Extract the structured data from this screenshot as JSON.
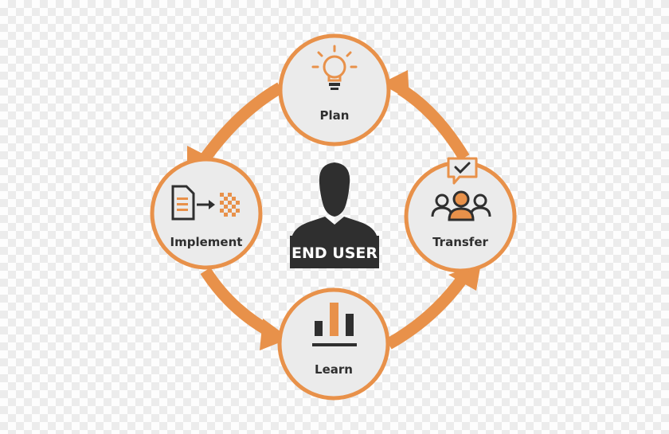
{
  "colors": {
    "accent": "#e8914a",
    "node_fill": "#ebebeb",
    "dark": "#2f2f2f"
  },
  "center": {
    "label": "END USER",
    "icon": "person-silhouette-icon"
  },
  "nodes": {
    "plan": {
      "label": "Plan",
      "icon": "lightbulb-icon"
    },
    "implement": {
      "label": "Implement",
      "icon": "document-transform-icon"
    },
    "transfer": {
      "label": "Transfer",
      "icon": "group-check-icon"
    },
    "learn": {
      "label": "Learn",
      "icon": "bar-chart-icon"
    }
  }
}
